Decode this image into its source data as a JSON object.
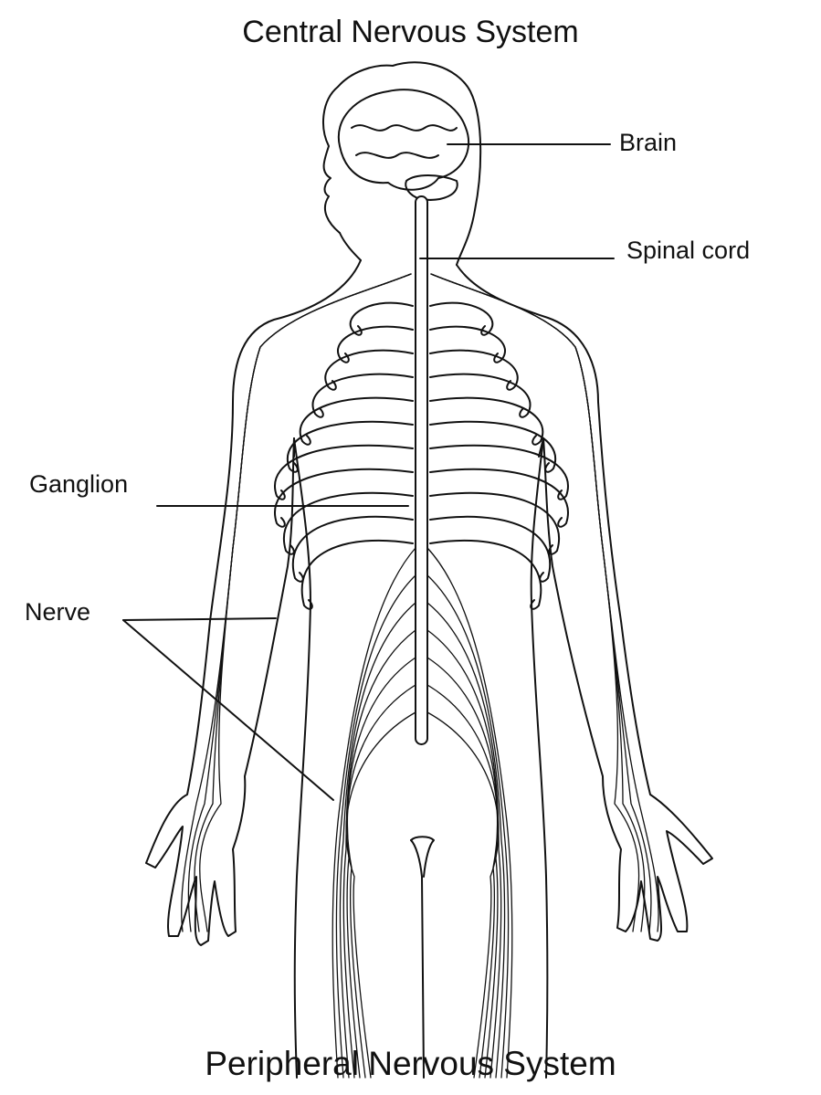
{
  "titles": {
    "top": "Central Nervous System",
    "bottom": "Peripheral Nervous System"
  },
  "labels": {
    "brain": "Brain",
    "spinal_cord": "Spinal cord",
    "ganglion": "Ganglion",
    "nerve": "Nerve"
  },
  "colors": {
    "line": "#111111",
    "background": "#ffffff"
  }
}
